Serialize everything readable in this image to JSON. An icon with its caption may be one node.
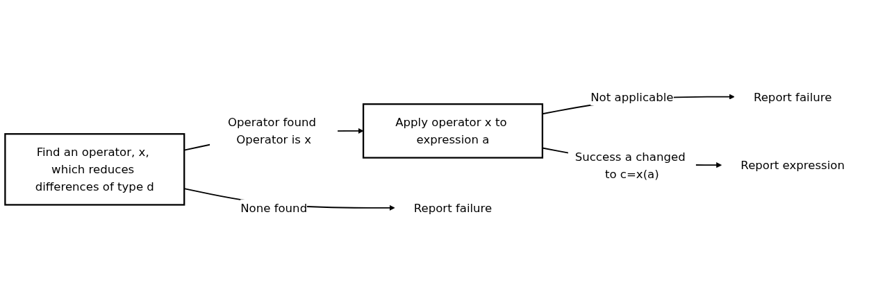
{
  "diagram": {
    "nodes": [
      {
        "text": [
          "Find an operator, x, which reduces differences of type d"
        ]
      },
      {
        "text": [
          "Apply operator x to expression a"
        ]
      },
      {
        "text": [
          "Report failure"
        ]
      },
      {
        "text": [
          "Report failure"
        ]
      },
      {
        "text": [
          "Report expression"
        ]
      }
    ],
    "edges": [
      {
        "from": 0,
        "to": 1,
        "arrow": "to",
        "label": "Operator found Operator is x"
      },
      {
        "from": 1,
        "to": 2,
        "arrow": "to",
        "label": "Not applicable"
      },
      {
        "from": 0,
        "to": 3,
        "arrow": "to",
        "label": "None found"
      },
      {
        "from": 1,
        "to": 4,
        "arrow": "to",
        "label": "Success a changed to c=x(a)"
      }
    ]
  }
}
